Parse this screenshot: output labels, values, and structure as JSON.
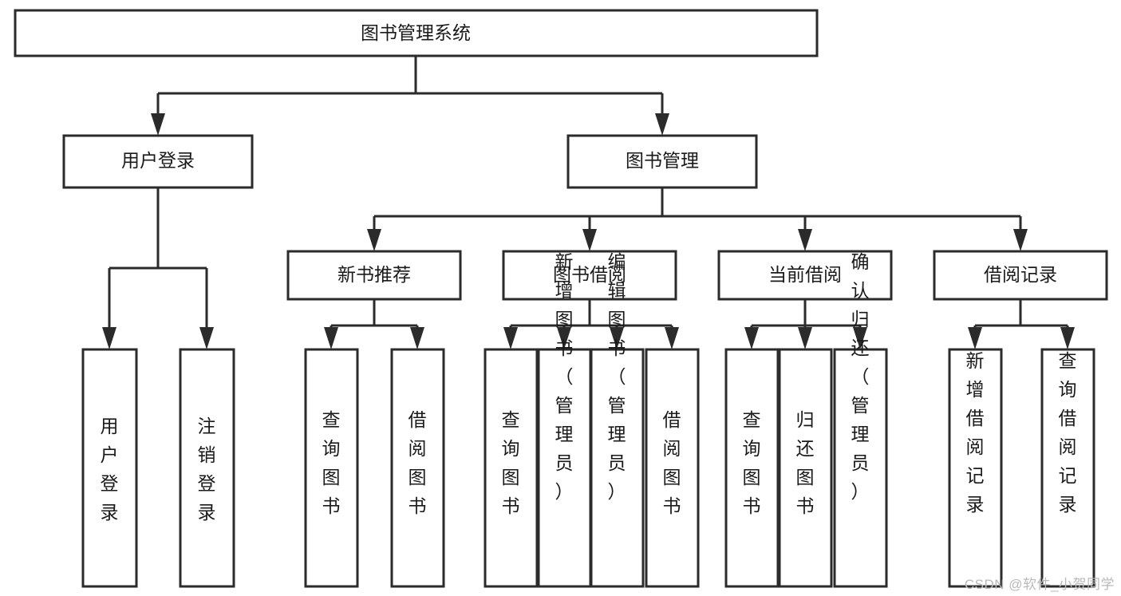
{
  "diagram": {
    "title": "图书管理系统",
    "type": "tree-hierarchy-flowchart",
    "watermark": "CSDN @软件_小贺同学",
    "colors": {
      "box_stroke": "#2b2b2b",
      "box_fill": "#ffffff",
      "text": "#1a1a1a",
      "background": "#ffffff",
      "watermark": "#b9b9b9"
    },
    "root": {
      "label": "图书管理系统",
      "orientation": "horizontal"
    },
    "level2": [
      {
        "label": "用户登录",
        "orientation": "horizontal"
      },
      {
        "label": "图书管理",
        "orientation": "horizontal"
      }
    ],
    "level3": [
      {
        "label": "新书推荐",
        "orientation": "horizontal"
      },
      {
        "label": "图书借阅",
        "orientation": "horizontal"
      },
      {
        "label": "当前借阅",
        "orientation": "horizontal"
      },
      {
        "label": "借阅记录",
        "orientation": "horizontal"
      }
    ],
    "leaves": {
      "user_login": [
        {
          "label": "用户登录",
          "orientation": "vertical"
        },
        {
          "label": "注销登录",
          "orientation": "vertical"
        }
      ],
      "new_book_recommend": [
        {
          "label": "查询图书",
          "orientation": "vertical"
        },
        {
          "label": "借阅图书",
          "orientation": "vertical"
        }
      ],
      "book_borrow": [
        {
          "label": "查询图书",
          "orientation": "vertical"
        },
        {
          "label": "新增图书（管理员）",
          "orientation": "vertical"
        },
        {
          "label": "编辑图书（管理员）",
          "orientation": "vertical"
        },
        {
          "label": "借阅图书",
          "orientation": "vertical"
        }
      ],
      "current_borrow": [
        {
          "label": "查询图书",
          "orientation": "vertical"
        },
        {
          "label": "归还图书",
          "orientation": "vertical"
        },
        {
          "label": "确认归还（管理员）",
          "orientation": "vertical"
        }
      ],
      "borrow_record": [
        {
          "label": "新增借阅记录",
          "orientation": "vertical"
        },
        {
          "label": "查询借阅记录",
          "orientation": "vertical"
        }
      ]
    }
  },
  "chart_data": {
    "type": "table",
    "title": "图书管理系统",
    "nodes": [
      {
        "id": "root",
        "label": "图书管理系统",
        "level": 0,
        "parent": null
      },
      {
        "id": "n-user-login",
        "label": "用户登录",
        "level": 1,
        "parent": "root"
      },
      {
        "id": "n-book-manage",
        "label": "图书管理",
        "level": 1,
        "parent": "root"
      },
      {
        "id": "n-user-login-leaf",
        "label": "用户登录",
        "level": 2,
        "parent": "n-user-login"
      },
      {
        "id": "n-logout-leaf",
        "label": "注销登录",
        "level": 2,
        "parent": "n-user-login"
      },
      {
        "id": "n-new-book",
        "label": "新书推荐",
        "level": 2,
        "parent": "n-book-manage"
      },
      {
        "id": "n-book-borrow",
        "label": "图书借阅",
        "level": 2,
        "parent": "n-book-manage"
      },
      {
        "id": "n-current-borrow",
        "label": "当前借阅",
        "level": 2,
        "parent": "n-book-manage"
      },
      {
        "id": "n-borrow-record",
        "label": "借阅记录",
        "level": 2,
        "parent": "n-book-manage"
      },
      {
        "id": "n-nb-query",
        "label": "查询图书",
        "level": 3,
        "parent": "n-new-book"
      },
      {
        "id": "n-nb-borrow",
        "label": "借阅图书",
        "level": 3,
        "parent": "n-new-book"
      },
      {
        "id": "n-bb-query",
        "label": "查询图书",
        "level": 3,
        "parent": "n-book-borrow"
      },
      {
        "id": "n-bb-add",
        "label": "新增图书（管理员）",
        "level": 3,
        "parent": "n-book-borrow"
      },
      {
        "id": "n-bb-edit",
        "label": "编辑图书（管理员）",
        "level": 3,
        "parent": "n-book-borrow"
      },
      {
        "id": "n-bb-borrow",
        "label": "借阅图书",
        "level": 3,
        "parent": "n-book-borrow"
      },
      {
        "id": "n-cb-query",
        "label": "查询图书",
        "level": 3,
        "parent": "n-current-borrow"
      },
      {
        "id": "n-cb-return",
        "label": "归还图书",
        "level": 3,
        "parent": "n-current-borrow"
      },
      {
        "id": "n-cb-confirm",
        "label": "确认归还（管理员）",
        "level": 3,
        "parent": "n-current-borrow"
      },
      {
        "id": "n-br-add",
        "label": "新增借阅记录",
        "level": 3,
        "parent": "n-borrow-record"
      },
      {
        "id": "n-br-query",
        "label": "查询借阅记录",
        "level": 3,
        "parent": "n-borrow-record"
      }
    ]
  }
}
